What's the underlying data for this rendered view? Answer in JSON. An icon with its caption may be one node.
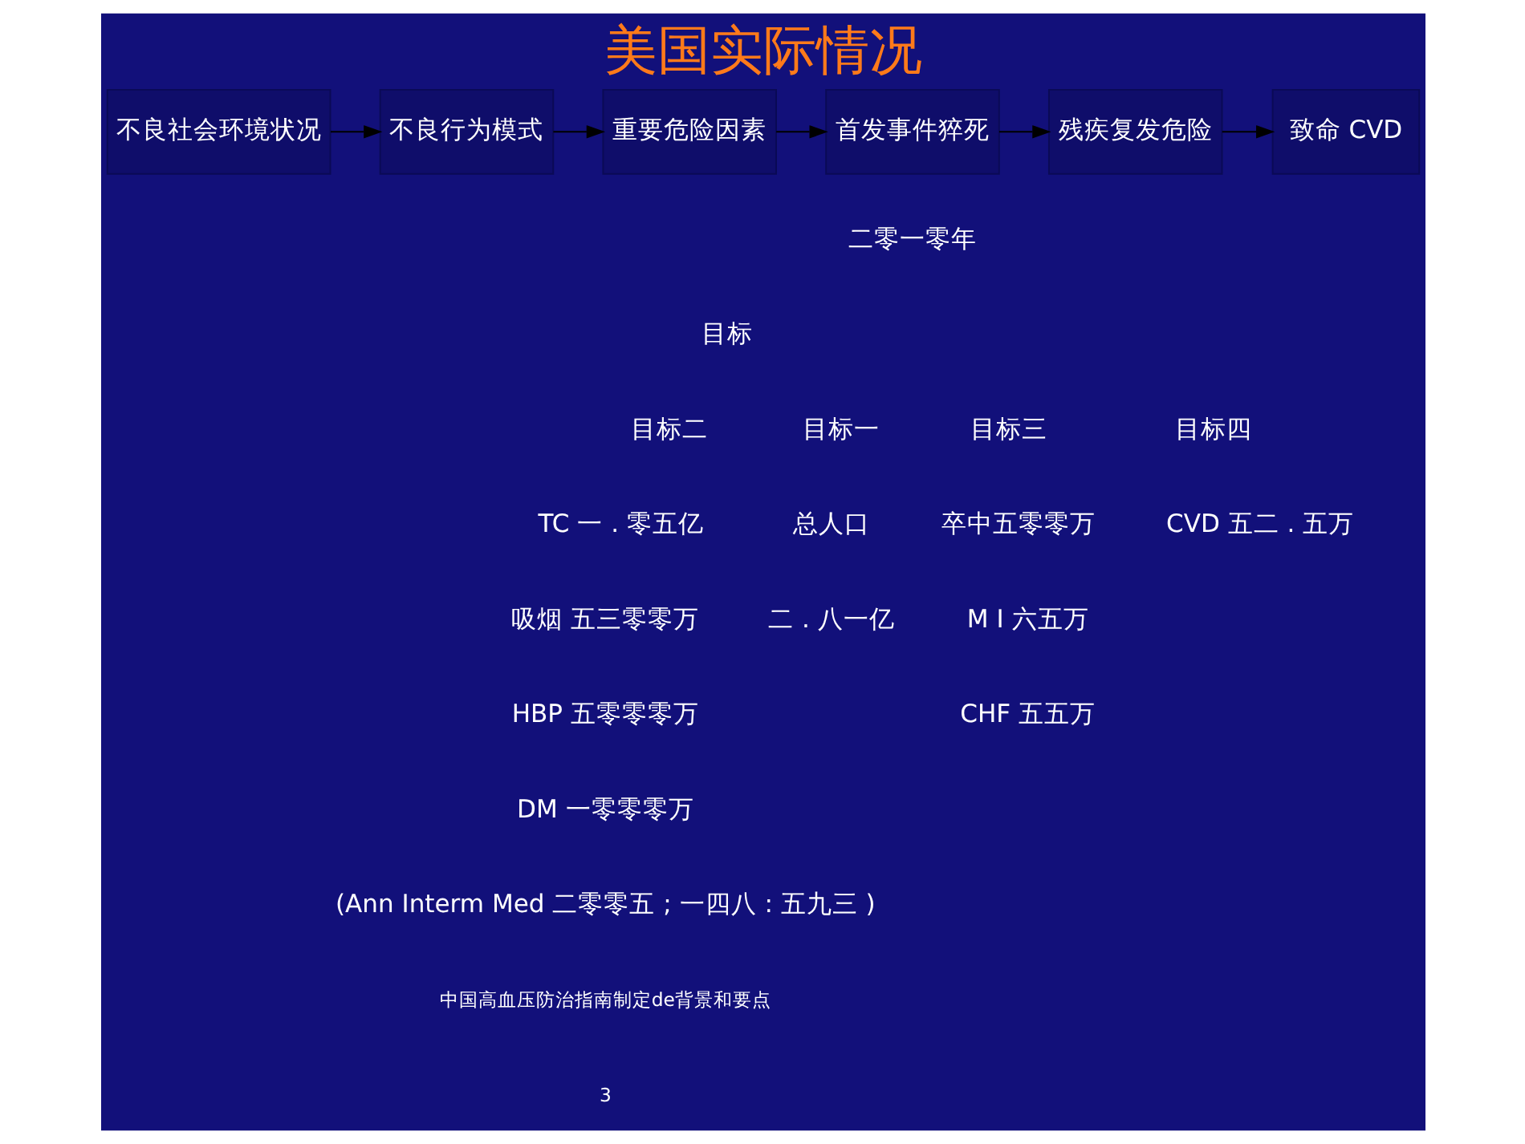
{
  "diagram": {
    "title": "美国实际情况",
    "nodes": [
      {
        "text": [
          "不良社会环境状况"
        ]
      },
      {
        "text": [
          "不良行为模式"
        ]
      },
      {
        "text": [
          "重要危险因素"
        ]
      },
      {
        "text": [
          "首发事件猝死"
        ]
      },
      {
        "text": [
          "残疾复发危险"
        ]
      },
      {
        "text": [
          "致命 CVD"
        ]
      }
    ],
    "edges": [
      {
        "from": 0,
        "to": 1,
        "arrow": "to"
      },
      {
        "from": 1,
        "to": 2,
        "arrow": "to"
      },
      {
        "from": 2,
        "to": 3,
        "arrow": "to"
      },
      {
        "from": 3,
        "to": 4,
        "arrow": "to"
      },
      {
        "from": 4,
        "to": 5,
        "arrow": "to"
      }
    ],
    "labels": [
      "二零一零年",
      "目标",
      "目标一",
      "目标二",
      "目标三",
      "目标四",
      "总人口",
      "二 . 八一亿",
      "TC 一 . 零五亿",
      "吸烟 五三零零万",
      "HBP 五零零零万",
      "DM 一零零零万",
      "卒中五零零万",
      "M I 六五万",
      "CHF 五五万",
      "CVD 五二 . 五万",
      "(Ann Interm Med 二零零五 ; 一四八 : 五九三 )",
      "中国高血压防治指南制定de背景和要点",
      "3"
    ]
  }
}
